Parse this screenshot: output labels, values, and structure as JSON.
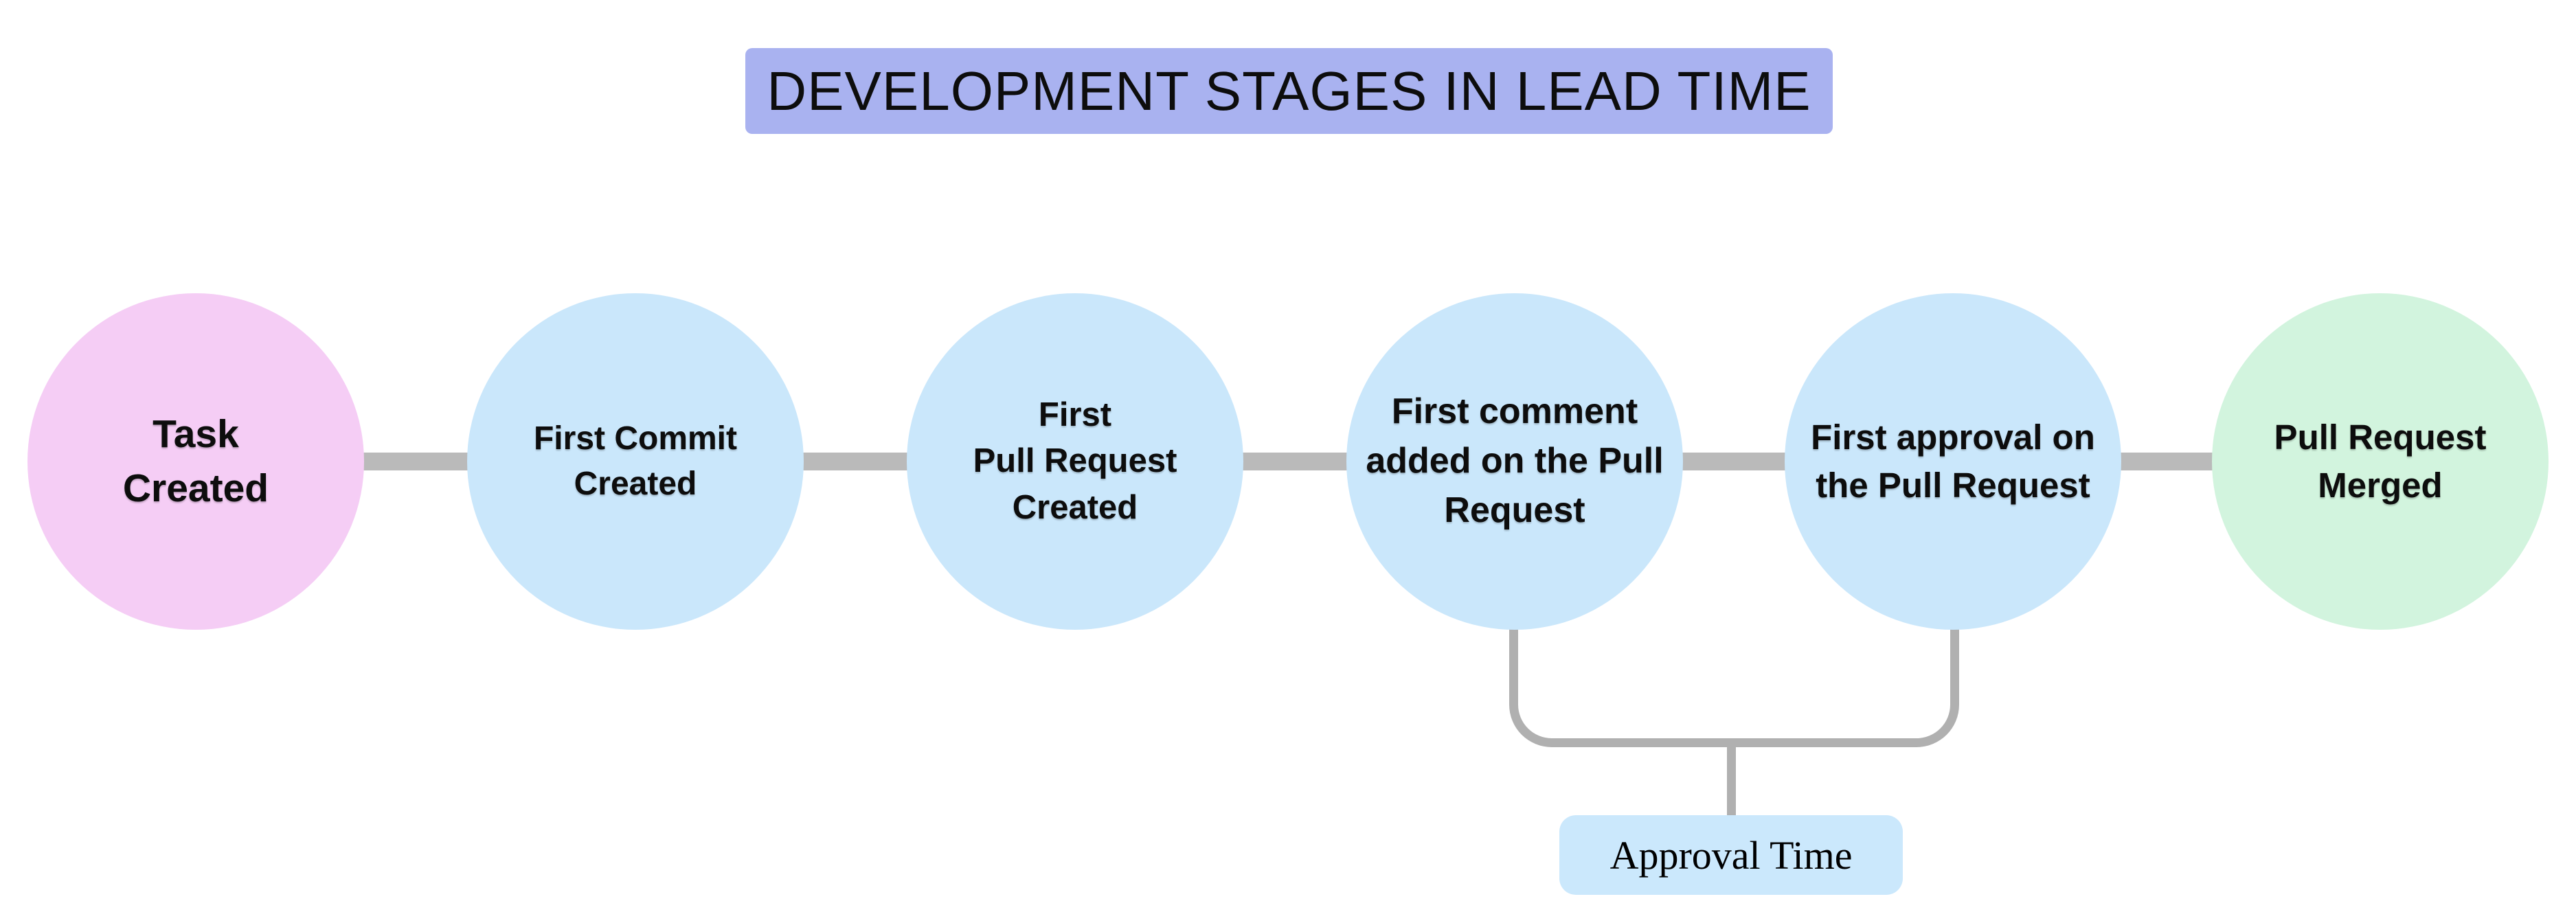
{
  "title": {
    "text": "DEVELOPMENT STAGES IN LEAD TIME",
    "bg_color": "#a9b2f0"
  },
  "flow": {
    "connector_color": "#bababa",
    "stages": [
      {
        "label": "Task\nCreated",
        "color": "#f5cdf5"
      },
      {
        "label": "First Commit\nCreated",
        "color": "#cae7fb"
      },
      {
        "label": "First\nPull Request\nCreated",
        "color": "#cae7fb"
      },
      {
        "label": "First comment\nadded on the Pull\nRequest",
        "color": "#cae7fb"
      },
      {
        "label": "First approval on\nthe Pull Request",
        "color": "#cae7fb"
      },
      {
        "label": "Pull Request\nMerged",
        "color": "#d2f4de"
      }
    ]
  },
  "annotation": {
    "label": "Approval Time",
    "bg_color": "#cbe8fc",
    "bracket_color": "#b0b0b0"
  }
}
